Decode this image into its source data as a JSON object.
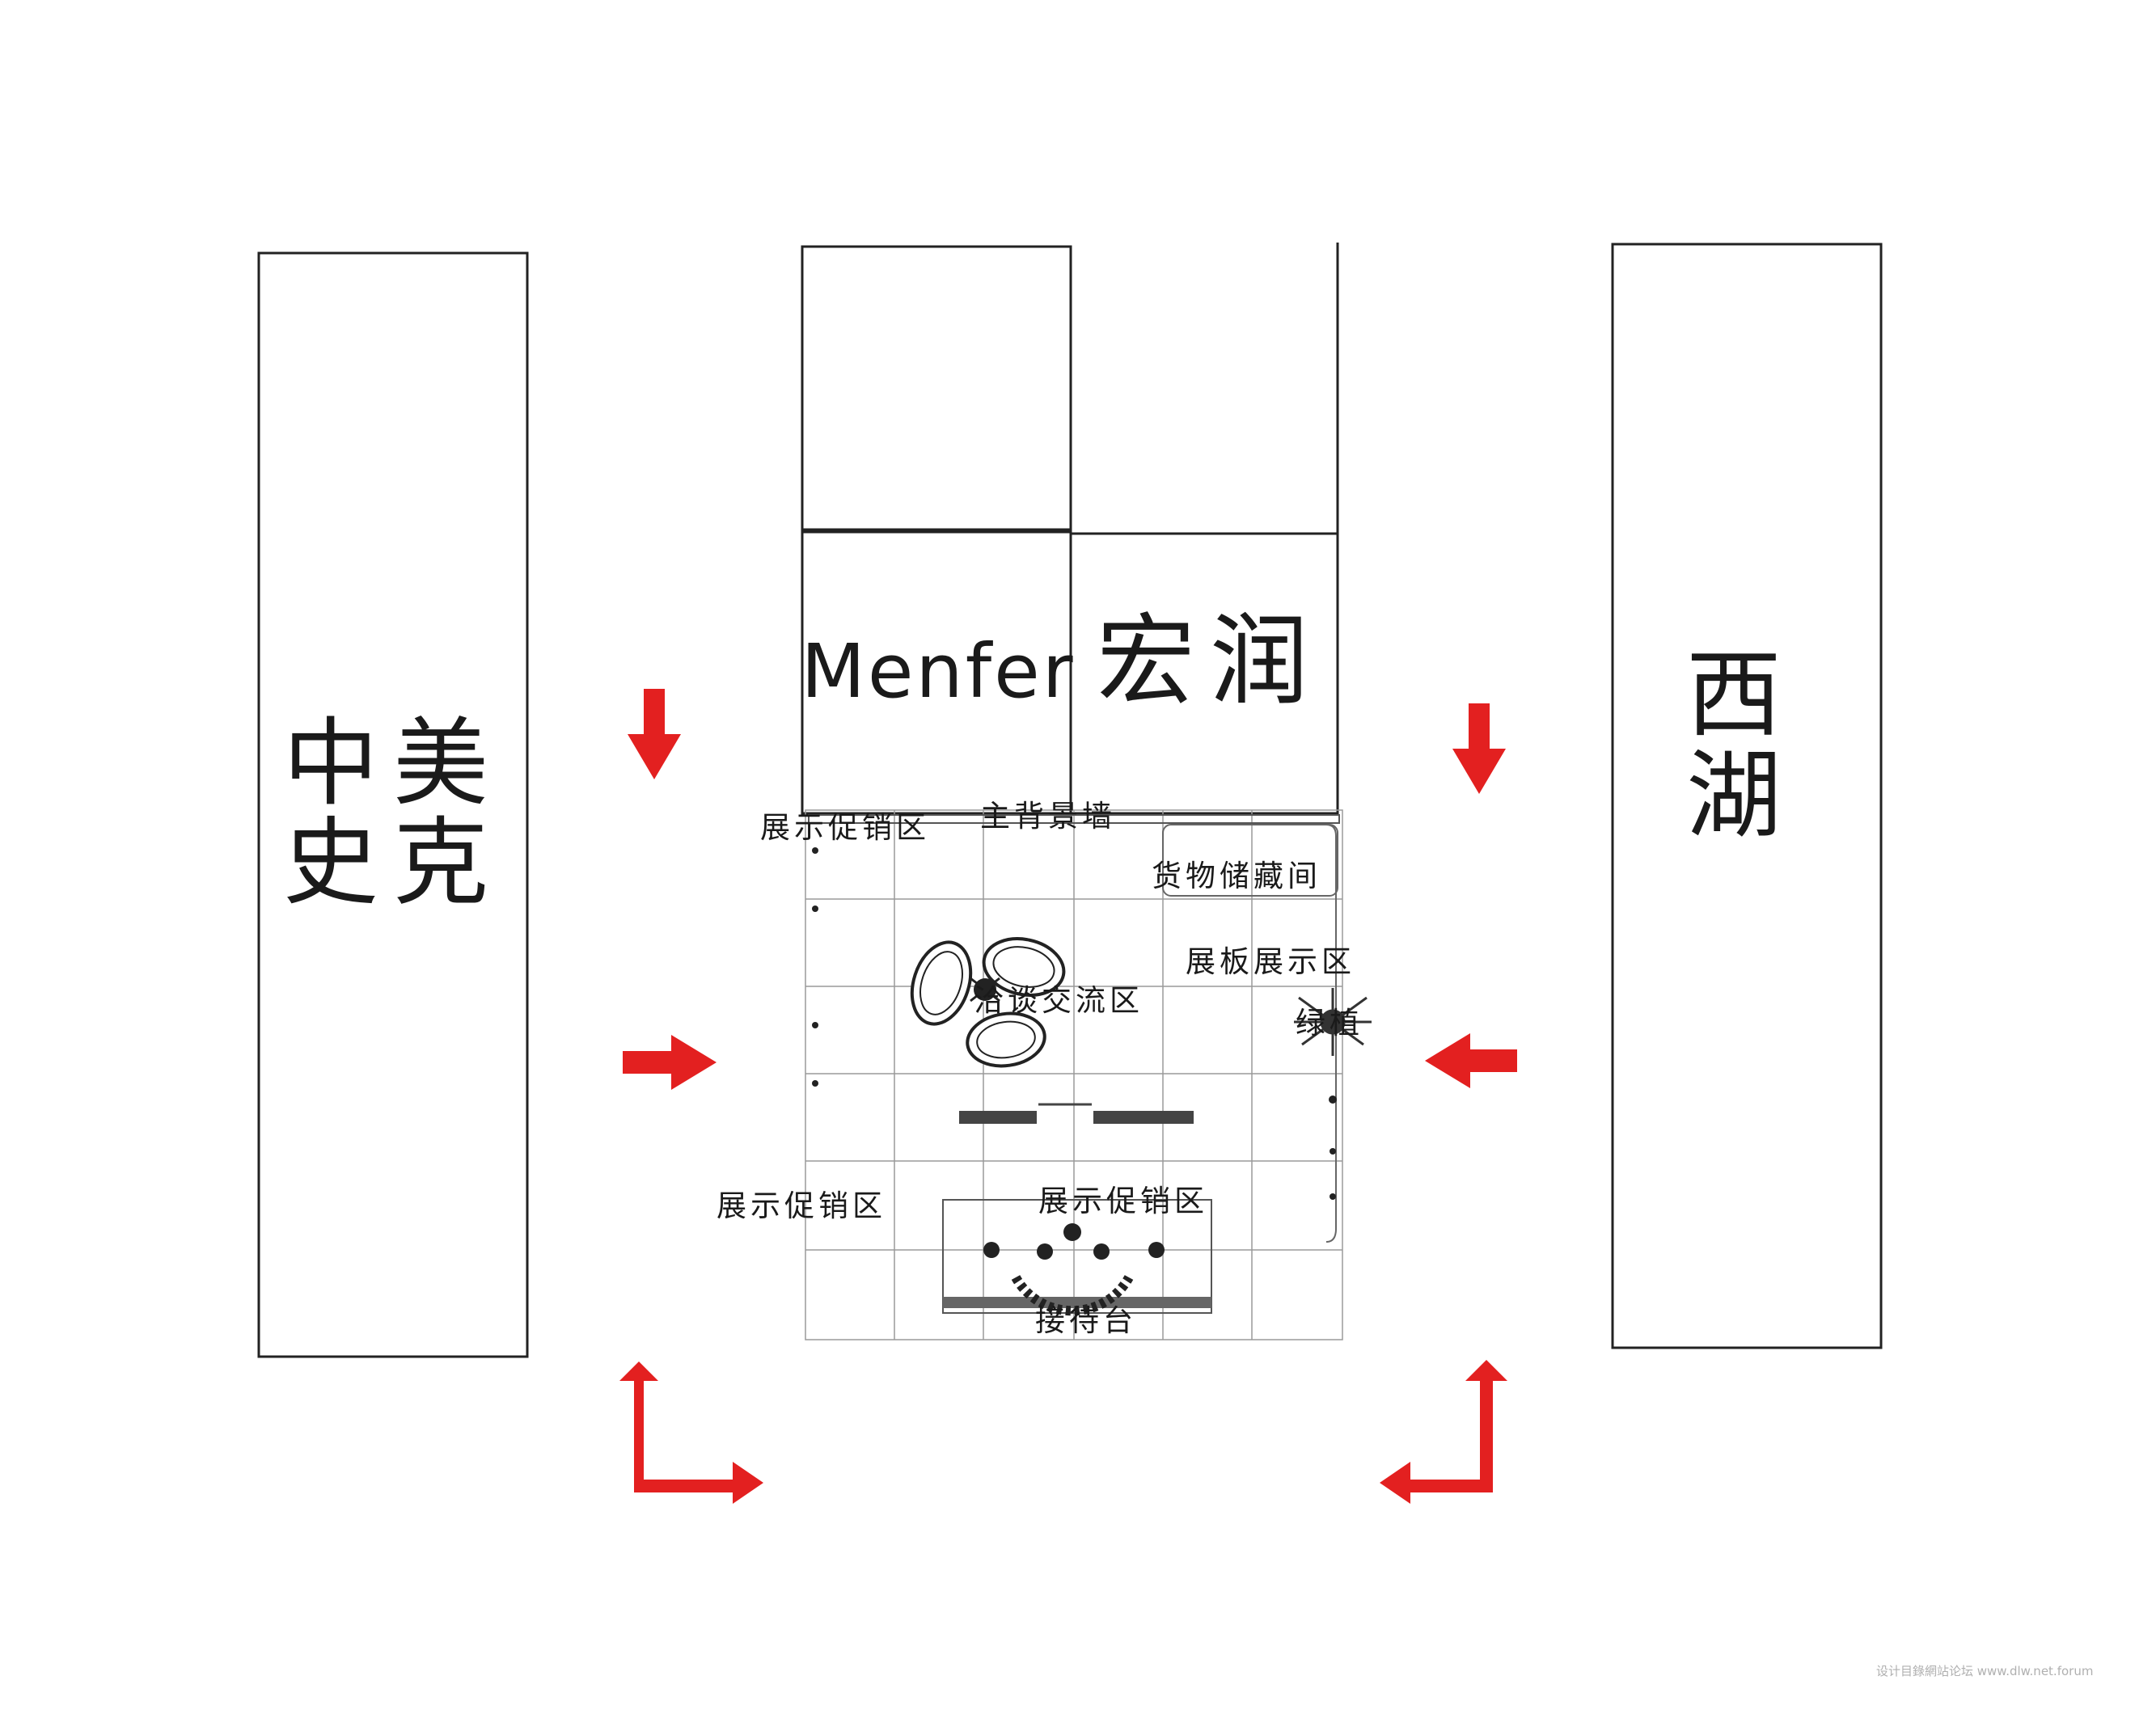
{
  "neighbors": {
    "left_line1": "中美",
    "left_line2": "史克",
    "right_line1": "西",
    "right_line2": "湖"
  },
  "brands": {
    "menfer": "Menfer",
    "hongrun": "宏润"
  },
  "zones": {
    "promo_top": "展示促销区",
    "main_wall": "主背景墙",
    "storage": "货物储藏间",
    "board_display": "展板展示区",
    "negotiation": "洽谈交流区",
    "plants": "绿植",
    "promo_left": "展示促销区",
    "promo_center": "展示促销区",
    "reception": "接待台"
  },
  "watermark": "设计目錄網站论坛 www.dlw.net.forum",
  "colors": {
    "arrow": "#e32020",
    "line": "#222222",
    "grid": "#9a9a9a"
  }
}
